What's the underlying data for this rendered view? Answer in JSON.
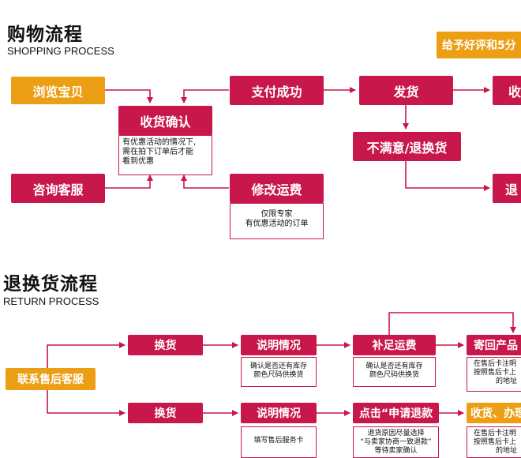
{
  "shopping": {
    "title_cn": "购物流程",
    "title_en": "SHOPPING PROCESS",
    "browse": "浏览宝贝",
    "pay_success": "支付成功",
    "ship": "发货",
    "receive_partial": "收",
    "give_review": "给予好评和5分",
    "confirm_receipt": "收货确认",
    "confirm_note": [
      "有优惠活动的情况下,",
      "需在拍下订单后才能",
      "看到优惠"
    ],
    "consult": "咨询客服",
    "modify_shipping": "修改运费",
    "modify_note": [
      "仅限专家",
      "有优惠活动的订单"
    ],
    "unsatisfied": "不满意/退换货",
    "return_partial": "退"
  },
  "returns": {
    "title_cn": "退换货流程",
    "title_en": "RETURN PROCESS",
    "contact": "联系售后客服",
    "exchange_1": "换货",
    "explain_1": "说明情况",
    "explain_1_note": [
      "确认是否还有库存",
      "颜色尺码供换货"
    ],
    "add_shipping": "补足运费",
    "add_shipping_note": [
      "确认是否还有库存",
      "颜色尺码供换货"
    ],
    "send_back": "寄回产品",
    "send_back_note": [
      "在售后卡注明",
      "按照售后卡上",
      "的地址"
    ],
    "exchange_2": "换货",
    "explain_2": "说明情况",
    "explain_2_note": [
      "填写售后服务卡"
    ],
    "apply_refund": "点击“申请退款",
    "apply_refund_note": [
      "退货原因尽量选择",
      "“与卖家协商一致退款”",
      "等待卖家确认"
    ],
    "receive_process": "收货、办理",
    "receive_process_note": [
      "在售后卡注明",
      "按照售后卡上",
      "的地址"
    ]
  },
  "colors": {
    "red": "#c8174b",
    "orange": "#ec9f14"
  }
}
